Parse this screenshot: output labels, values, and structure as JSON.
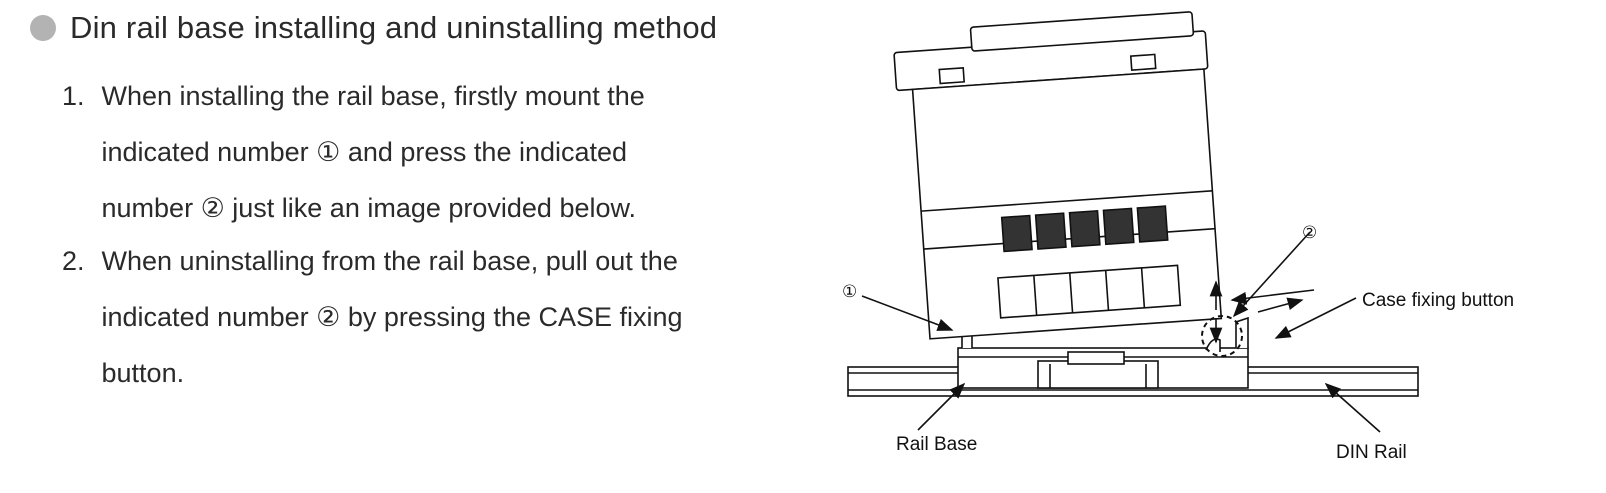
{
  "heading": "Din rail base installing and uninstalling method",
  "steps": [
    {
      "number": "1.",
      "lines": [
        "When installing the rail base, firstly mount the",
        "indicated number ① and press the indicated",
        "number ② just like an image provided below."
      ]
    },
    {
      "number": "2.",
      "lines": [
        "When uninstalling from the rail base, pull out the",
        "indicated number ② by pressing the CASE fixing",
        "button."
      ]
    }
  ],
  "figure": {
    "marker_1": "①",
    "marker_2": "②",
    "label_case_fixing": "Case fixing button",
    "label_rail_base": "Rail Base",
    "label_din_rail": "DIN Rail"
  }
}
